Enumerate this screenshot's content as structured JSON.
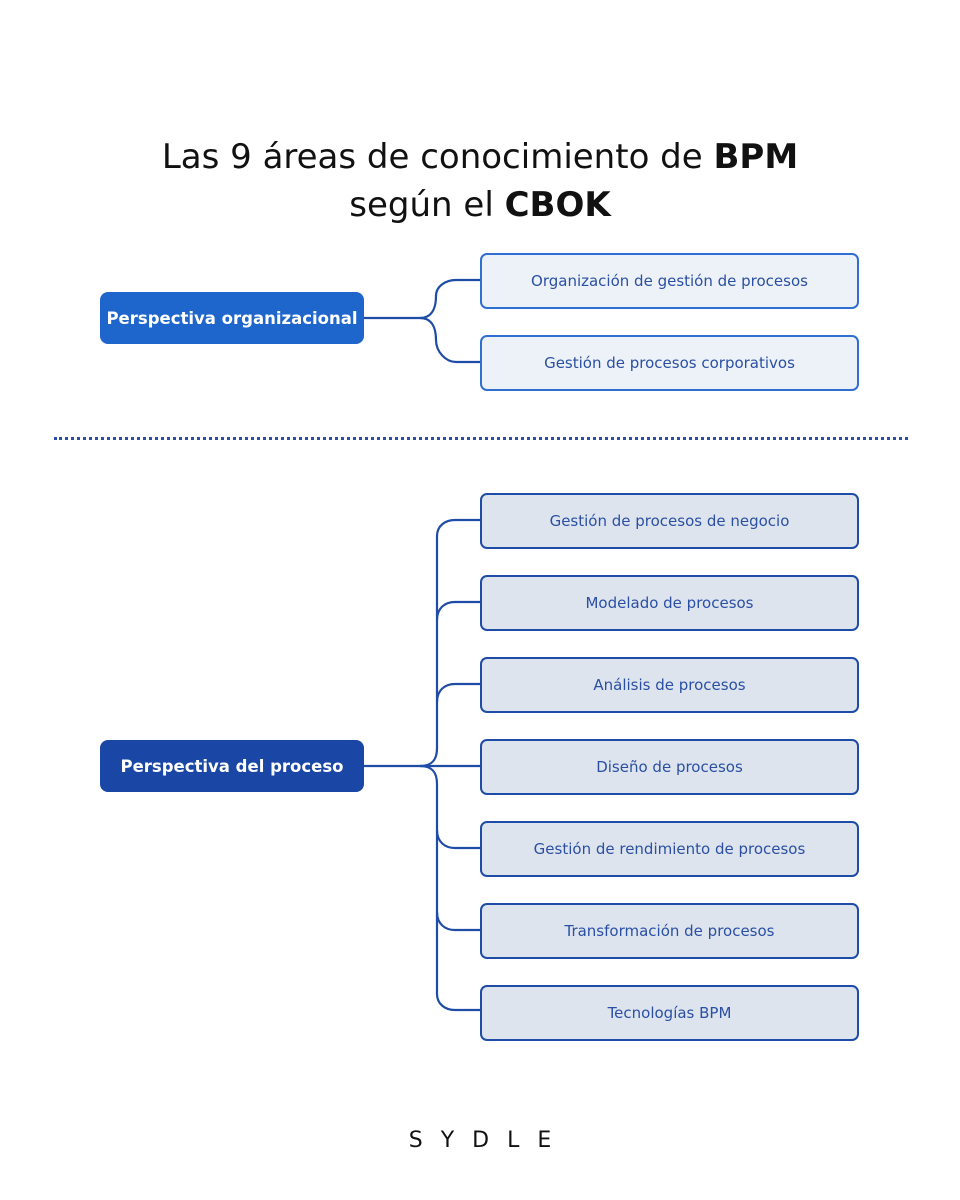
{
  "title": {
    "line1_prefix": "Las 9 áreas de conocimiento de ",
    "line1_bold": "BPM",
    "line2_prefix": "según el ",
    "line2_bold": "CBOK"
  },
  "colors": {
    "org_root": "#1f66cc",
    "proc_root": "#1a47a6",
    "connector": "#1f4ca6",
    "divider": "#2a4fa3"
  },
  "groups": [
    {
      "root": "Perspectiva organizacional",
      "items": [
        "Organización de gestión de procesos",
        "Gestión de procesos corporativos"
      ]
    },
    {
      "root": "Perspectiva del proceso",
      "items": [
        "Gestión de procesos de negocio",
        "Modelado de procesos",
        "Análisis de procesos",
        "Diseño de procesos",
        "Gestión de rendimiento de procesos",
        "Transformación de procesos",
        "Tecnologías BPM"
      ]
    }
  ],
  "logo": "SYDLE"
}
